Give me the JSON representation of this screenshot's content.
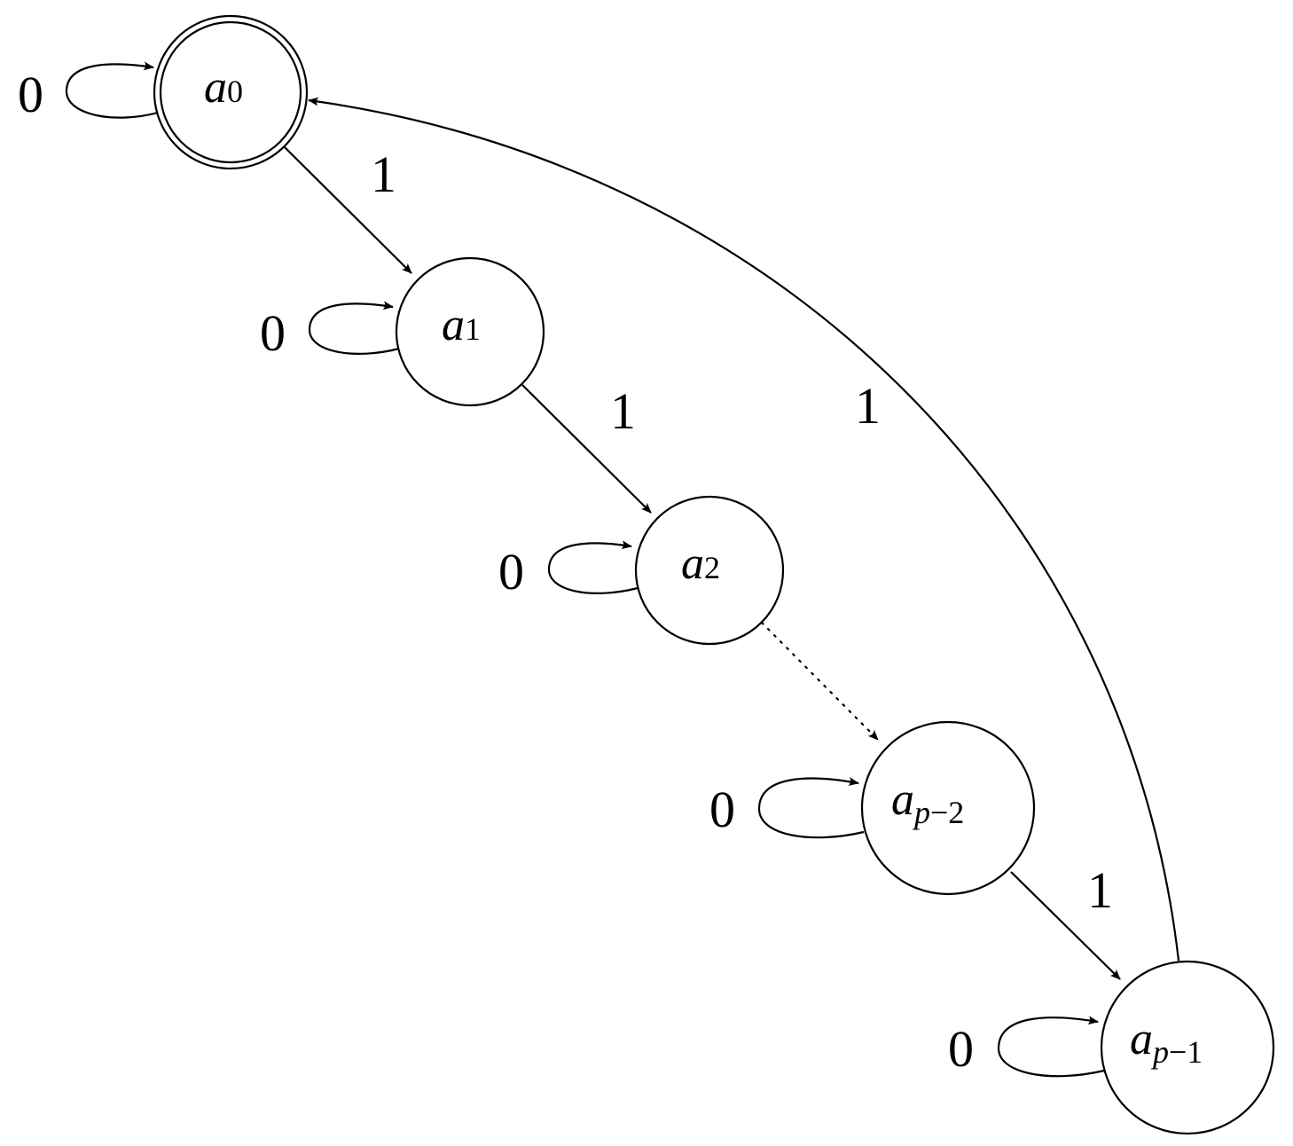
{
  "states": [
    {
      "base": "a",
      "sub_var": "",
      "sub_rest": "0",
      "accepting": true
    },
    {
      "base": "a",
      "sub_var": "",
      "sub_rest": "1",
      "accepting": false
    },
    {
      "base": "a",
      "sub_var": "",
      "sub_rest": "2",
      "accepting": false
    },
    {
      "base": "a",
      "sub_var": "p",
      "sub_rest": "−2",
      "accepting": false
    },
    {
      "base": "a",
      "sub_var": "p",
      "sub_rest": "−1",
      "accepting": false
    }
  ],
  "transitions": [
    {
      "from": 0,
      "to": 0,
      "symbol": "0"
    },
    {
      "from": 1,
      "to": 1,
      "symbol": "0"
    },
    {
      "from": 2,
      "to": 2,
      "symbol": "0"
    },
    {
      "from": 3,
      "to": 3,
      "symbol": "0"
    },
    {
      "from": 4,
      "to": 4,
      "symbol": "0"
    },
    {
      "from": 0,
      "to": 1,
      "symbol": "1"
    },
    {
      "from": 1,
      "to": 2,
      "symbol": "1"
    },
    {
      "from": 2,
      "to": 3,
      "symbol": "",
      "style": "dotted"
    },
    {
      "from": 3,
      "to": 4,
      "symbol": "1"
    },
    {
      "from": 4,
      "to": 0,
      "symbol": "1"
    }
  ]
}
